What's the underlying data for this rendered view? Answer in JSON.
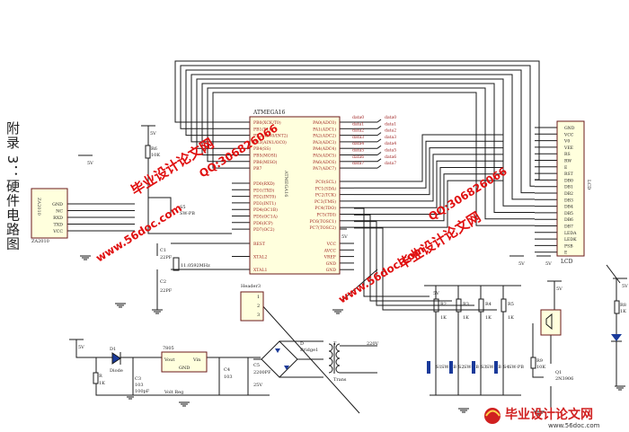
{
  "title": "附录 3：硬件电路图",
  "mcu": {
    "name": "ATMEGA16",
    "part": "ATMEGA16",
    "left_pins": [
      "PB0(XCK/T0)",
      "PB1(T1)",
      "PB2(AIN0/INT2)",
      "PB3(AIN1/OC0)",
      "PB4(SS)",
      "PB5(MOSI)",
      "PB6(MISO)",
      "PB7",
      "PD0(RXD)",
      "PD1(TXD)",
      "PD2(INT0)",
      "PD3(INT1)",
      "PD4(OC1B)",
      "PD5(OC1A)",
      "PD6(ICP)",
      "PD7(OC2)",
      "REST",
      "XTAL2",
      "XTAL1"
    ],
    "right_pins": [
      "PA0(ADC0)",
      "PA1(ADC1)",
      "PA2(ADC2)",
      "PA3(ADC3)",
      "PA4(ADC4)",
      "PA5(ADC5)",
      "PA6(ADC6)",
      "PA7(ADC7)",
      "PC0(SCL)",
      "PC1(SDA)",
      "PC2(TCK)",
      "PC3(TMS)",
      "PC4(TDO)",
      "PC5(TDI)",
      "PC6(TOSC1)",
      "PC7(TOSC2)",
      "VCC",
      "AVCC",
      "VREF",
      "GND",
      "GND"
    ]
  },
  "data_labels": [
    "data0",
    "data1",
    "data2",
    "data3",
    "data4",
    "data5",
    "data6",
    "data7"
  ],
  "lcd": {
    "name": "LCD",
    "ref": "LCD",
    "pins": [
      "GND",
      "VCC",
      "V0",
      "VEE",
      "RS",
      "RW",
      "E",
      "RST",
      "DB0",
      "DB1",
      "DB2",
      "DB3",
      "DB4",
      "DB5",
      "DB6",
      "DB7",
      "LEDA",
      "LEDK",
      "PSB",
      "E"
    ]
  },
  "uart": {
    "name": "ZA2010",
    "part": "ZA2010",
    "pins": [
      "GND",
      "NC",
      "RXD",
      "TXD",
      "VCC"
    ]
  },
  "header": {
    "name": "Header3",
    "pins": [
      "1",
      "2",
      "3"
    ]
  },
  "power": {
    "regulator": "7805",
    "reg_pins": [
      "Vout",
      "Vin",
      "GND"
    ],
    "reg_note": "Volt Reg",
    "diode": "Diode",
    "diode_ref": "D1",
    "bridge": "Bridge1",
    "bridge_ref": "D",
    "trans_ref": "T",
    "trans": "Trans",
    "volt_label": "220V",
    "caps": [
      {
        "ref": "C3",
        "val": "103"
      },
      {
        "ref": "",
        "val": "100pF"
      },
      {
        "ref": "C4",
        "val": "103"
      },
      {
        "ref": "C5",
        "val": "2200PF"
      },
      {
        "ref": "",
        "val": "25V"
      }
    ],
    "r_ref": "R",
    "r_val": "1K"
  },
  "osc": {
    "crystal": "11.0592MHz",
    "c1": "C1",
    "c1_val": "22PF",
    "c2": "C2",
    "c2_val": "22PF"
  },
  "reset": {
    "r": "R6",
    "r_val": "10K",
    "sw": "S5",
    "sw_label": "SW-PB"
  },
  "switches": [
    {
      "r": "R2",
      "rv": "1K",
      "s": "S1",
      "sl": "SW-PB"
    },
    {
      "r": "R3",
      "rv": "1K",
      "s": "S2",
      "sl": "SW-PB"
    },
    {
      "r": "R4",
      "rv": "1K",
      "s": "S3",
      "sl": "SW-PB"
    },
    {
      "r": "R5",
      "rv": "1K",
      "s": "S4",
      "sl": "SW-PB"
    }
  ],
  "buzzer": {
    "q": "Q1",
    "qv": "2N3906",
    "r": "R9",
    "rv": "10K"
  },
  "led": {
    "r": "R8",
    "rv": "1K"
  },
  "supply": "5V",
  "watermarks": {
    "site_cn": "毕业设计论文网",
    "site_url": "www.56doc.com",
    "qq": "QQ:306826066",
    "qq2": "QQ:306826066",
    "footer_cn": "毕业设计论文网",
    "footer_url": "www.56doc.com"
  },
  "colors": {
    "wire": "#1a1a1a",
    "pin_text": "#9b1a1a",
    "watermark": "#e01010",
    "ic_fill": "#ffffdd",
    "ic_border": "#6b1a1a"
  }
}
